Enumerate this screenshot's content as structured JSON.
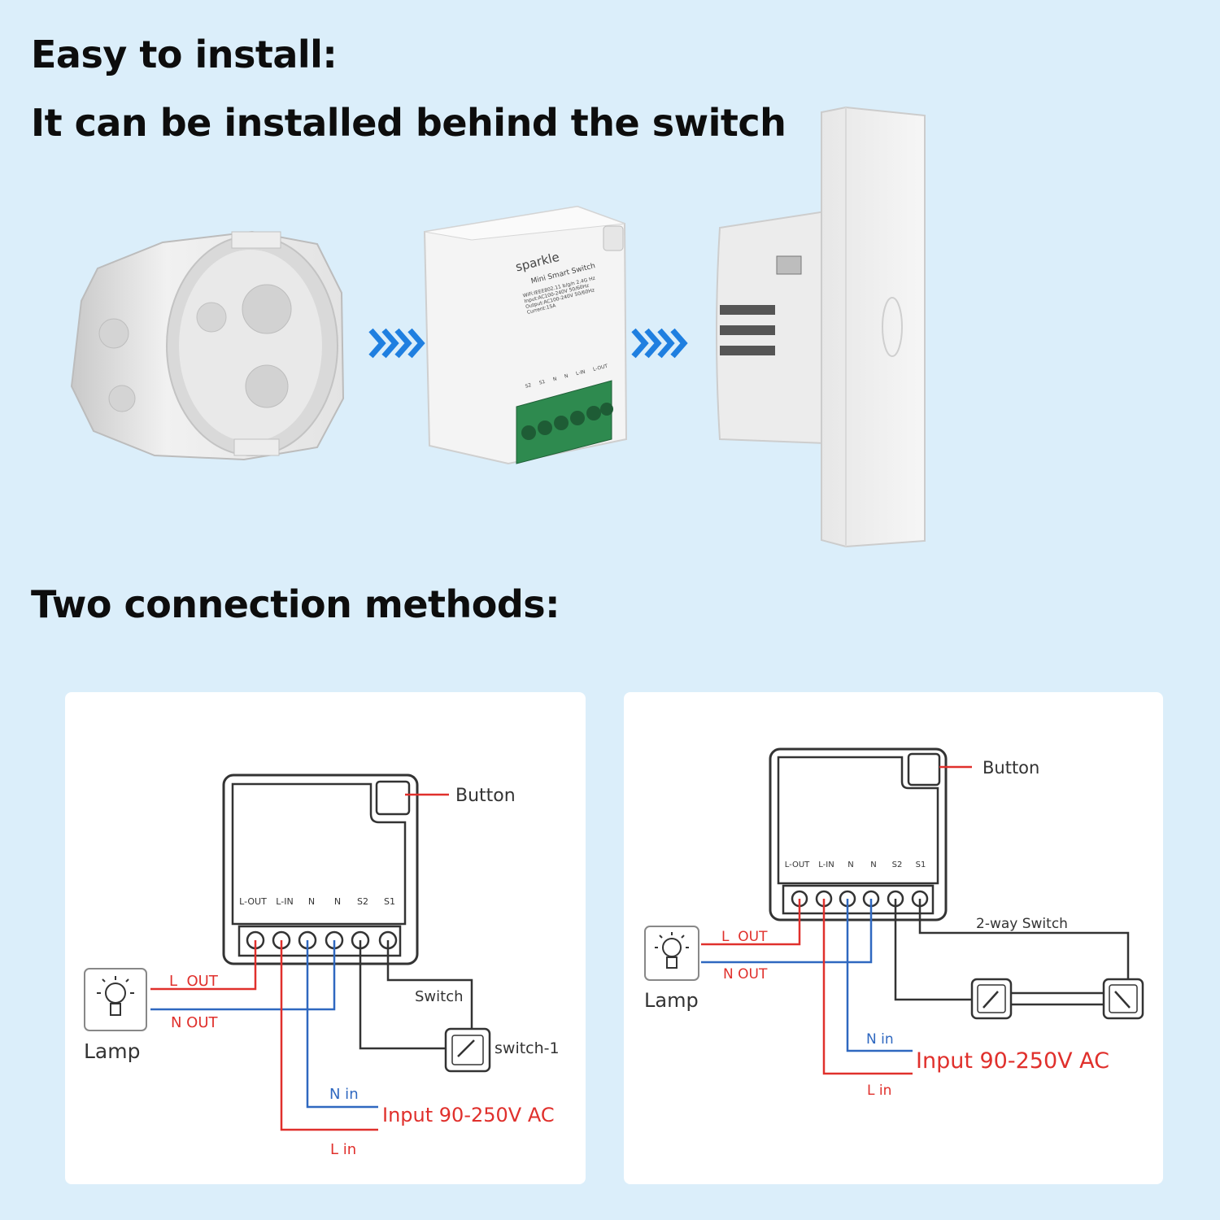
{
  "headings": {
    "easy_install": "Easy to install:",
    "behind_switch": "It can be installed behind the switch",
    "two_methods": "Two connection methods:"
  },
  "module_label": {
    "brand": "sparkle",
    "model": "Mini Smart Switch",
    "wifi": "WiFi:IEEE802.11 b/g/n 2.4G Hz",
    "input": "Input:AC100-240V 50/60Hz",
    "output": "Output:AC100-240V 50/60Hz",
    "current": "Current:15A",
    "terminals": [
      "S2",
      "S1",
      "N",
      "N",
      "L-IN",
      "L-OUT"
    ]
  },
  "arrows": [
    "chevron-arrow-right-icon",
    "chevron-arrow-right-icon"
  ],
  "diagram1": {
    "terminals": [
      "L-OUT",
      "L-IN",
      "N",
      "N",
      "S2",
      "S1"
    ],
    "button": "Button",
    "lamp": "Lamp",
    "l_out": "L  OUT",
    "n_out": "N OUT",
    "switch": "Switch",
    "switch_1": "switch-1",
    "n_in": "N in",
    "input": "Input 90-250V AC",
    "l_in": "L in"
  },
  "diagram2": {
    "terminals": [
      "L-OUT",
      "L-IN",
      "N",
      "N",
      "S2",
      "S1"
    ],
    "button": "Button",
    "lamp": "Lamp",
    "l_out": "L  OUT",
    "n_out": "N OUT",
    "two_way": "2-way Switch",
    "n_in": "N in",
    "input": "Input 90-250V AC",
    "l_in": "L in"
  },
  "colors": {
    "background": "#dbeefa",
    "arrow": "#1f7fe0",
    "live_wire": "#e0302c",
    "neutral_wire": "#2f68c0",
    "signal_wire": "#222222",
    "terminal_green": "#2e8a4f"
  }
}
